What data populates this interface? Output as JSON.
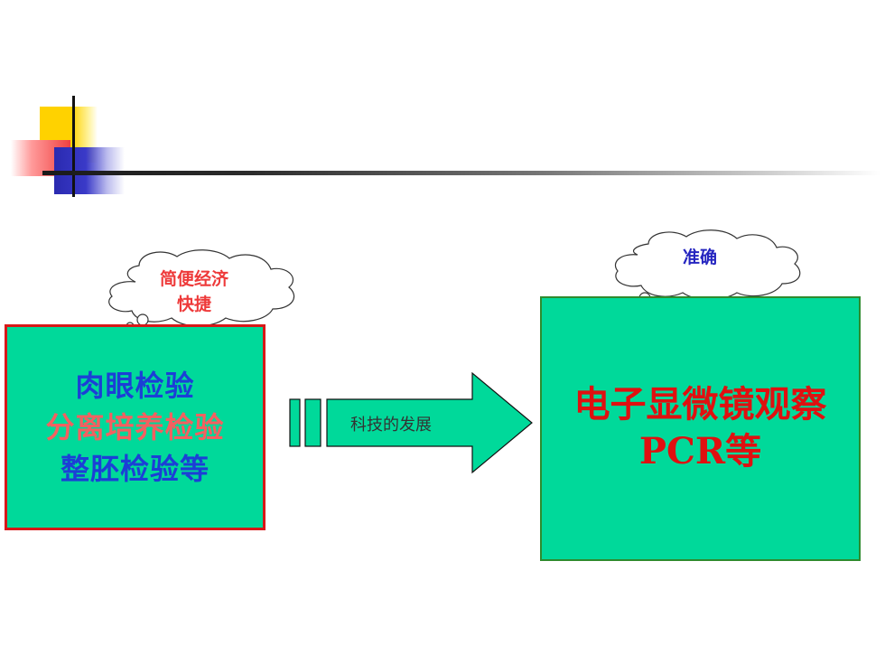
{
  "left_box": {
    "line1": "肉眼检验",
    "line2": "分离培养检验",
    "line3": "整胚检验等"
  },
  "left_bubble": {
    "line1": "简便经济",
    "line2": "快捷"
  },
  "arrow": {
    "label": "科技的发展"
  },
  "right_box": {
    "line1": "电子显微镜观察",
    "line2": "PCR等"
  },
  "right_bubble": {
    "label": "准确"
  },
  "colors": {
    "box_fill": "#00d99a",
    "left_border": "#d81818",
    "right_border": "#2e8b2e",
    "blue_text": "#1c3fd6",
    "pink_text": "#f36060",
    "red_text": "#e01010"
  }
}
